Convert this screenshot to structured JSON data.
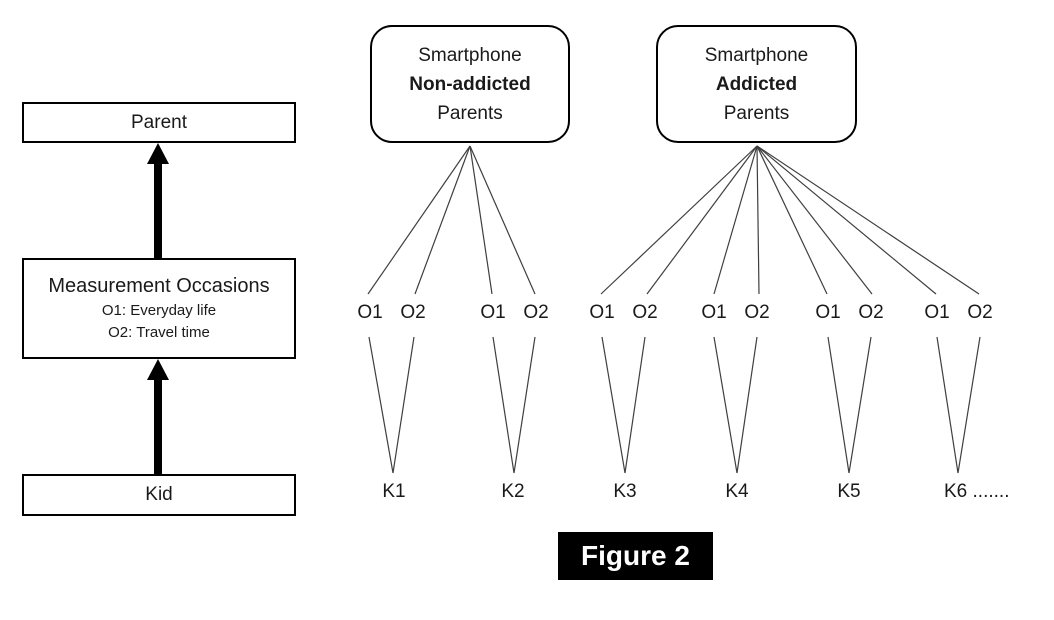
{
  "caption": "Figure 2",
  "left_flow": {
    "parent_label": "Parent",
    "measurement_title": "Measurement Occasions",
    "measurement_line1": "O1: Everyday life",
    "measurement_line2": "O2: Travel time",
    "kid_label": "Kid"
  },
  "parent_groups": [
    {
      "line1": "Smartphone",
      "line2": "Non-addicted",
      "line3": "Parents"
    },
    {
      "line1": "Smartphone",
      "line2": "Addicted",
      "line3": "Parents"
    }
  ],
  "occasion_labels": [
    "O1",
    "O2",
    "O1",
    "O2",
    "O1",
    "O2",
    "O1",
    "O2",
    "O1",
    "O2",
    "O1",
    "O2"
  ],
  "kid_labels": [
    "K1",
    "K2",
    "K3",
    "K4",
    "K5",
    "K6 ......."
  ],
  "colors": {
    "background": "#ffffff",
    "line": "#3f3f3f",
    "box_border": "#000000",
    "arrow": "#000000",
    "caption_bg": "#000000",
    "caption_text": "#ffffff"
  }
}
